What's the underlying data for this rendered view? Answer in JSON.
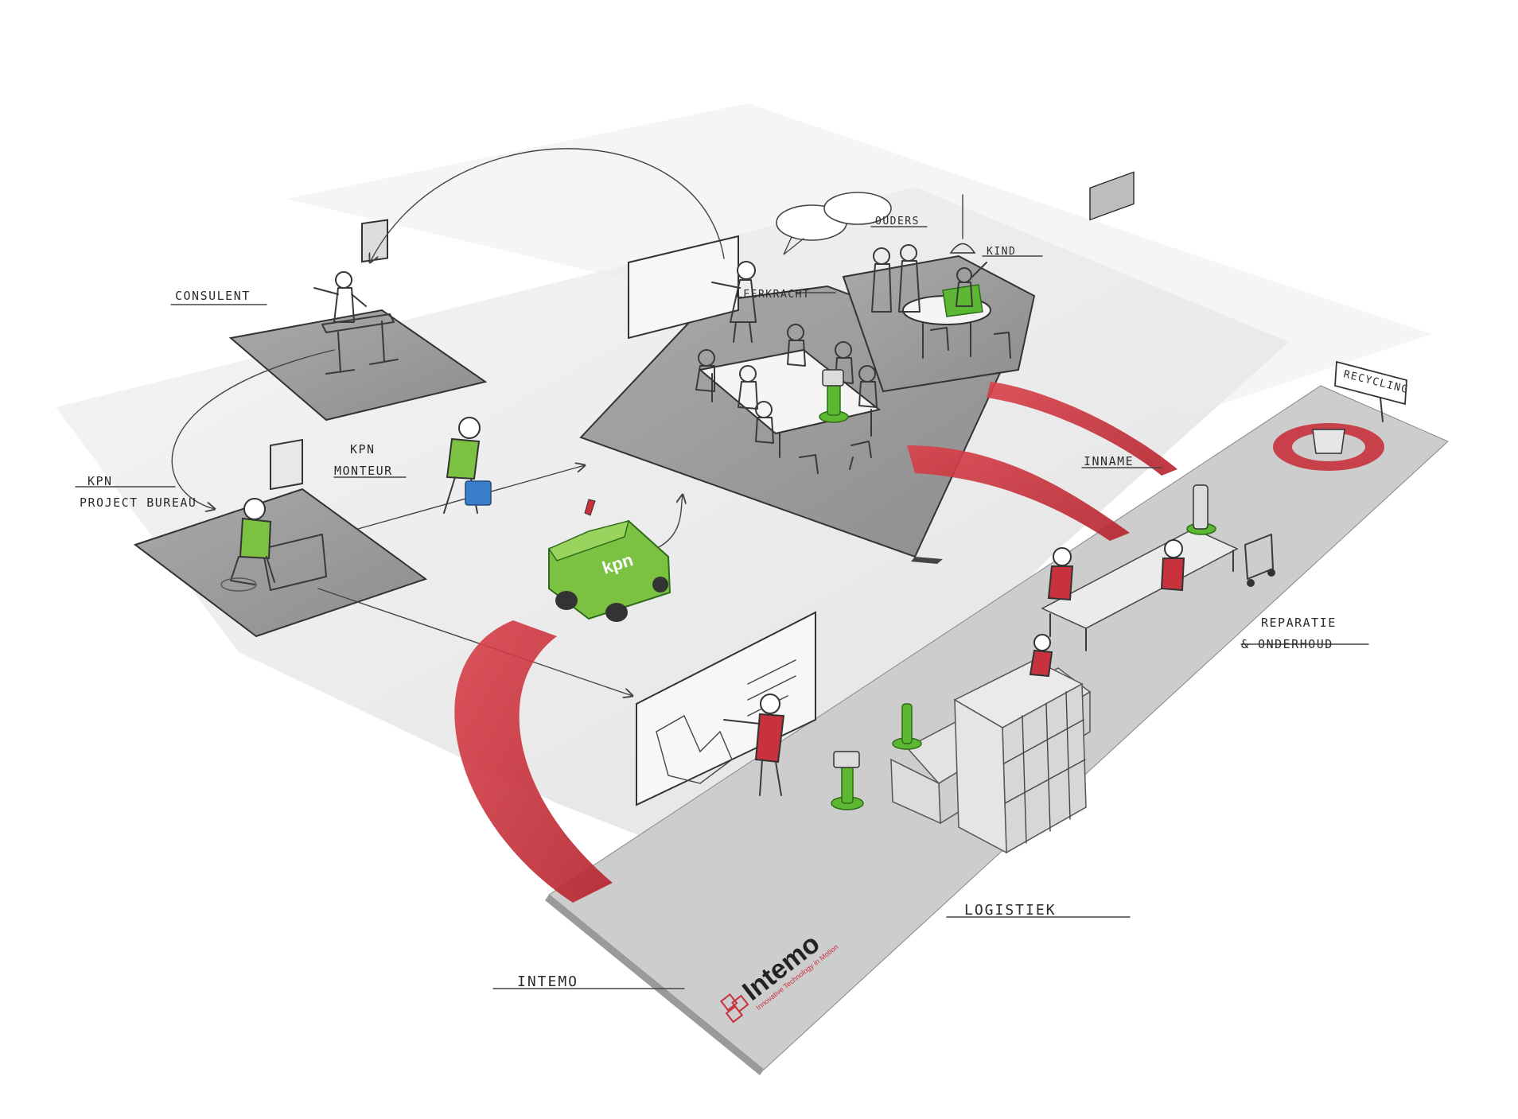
{
  "labels": {
    "consulent": "CONSULENT",
    "kpn_project_line1": "KPN",
    "kpn_project_line2": "PROJECT BUREAU",
    "kpn_monteur_line1": "KPN",
    "kpn_monteur_line2": "MONTEUR",
    "leerkracht": "LEERKRACHT",
    "ouders": "OUDERS",
    "kind": "KIND",
    "inname": "INNAME",
    "recycling": "RECYCLING",
    "reparatie_line1": "REPARATIE",
    "reparatie_line2": "& ONDERHOUD",
    "logistiek": "LOGISTIEK",
    "intemo": "INTEMO"
  },
  "van_logo": "kpn",
  "brand": {
    "name": "Intemo",
    "tagline": "Innovative Technology in Motion"
  },
  "colors": {
    "accent_red": "#c8323c",
    "kpn_green": "#7cc242",
    "robot_green": "#5cb832",
    "briefcase_blue": "#3a7ec9",
    "floor_grey": "#c9c9c9"
  }
}
